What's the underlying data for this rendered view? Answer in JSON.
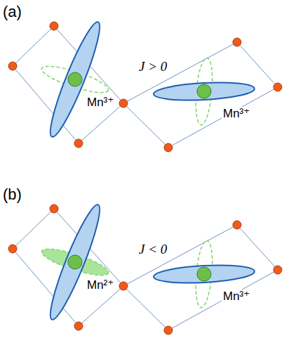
{
  "diagram": {
    "labels": [
      "(a)",
      "J > 0",
      "Mn³⁺",
      "Mn³⁺",
      "(b)",
      "J < 0",
      "Mn²⁺",
      "Mn³⁺"
    ]
  }
}
